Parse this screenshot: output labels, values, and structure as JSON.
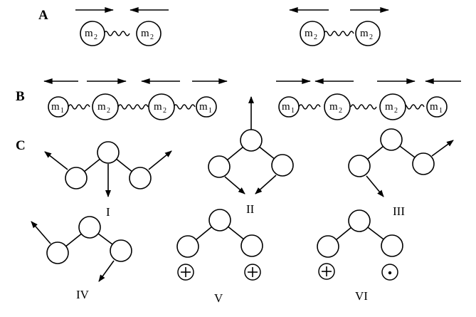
{
  "sections": {
    "a": "A",
    "b": "B",
    "c": "C"
  },
  "masses": {
    "m": "m",
    "sub1": "1",
    "sub2": "2"
  },
  "modes": [
    "I",
    "II",
    "III",
    "IV",
    "V",
    "VI"
  ],
  "symbols": {
    "plus": "+",
    "dot": "·"
  }
}
